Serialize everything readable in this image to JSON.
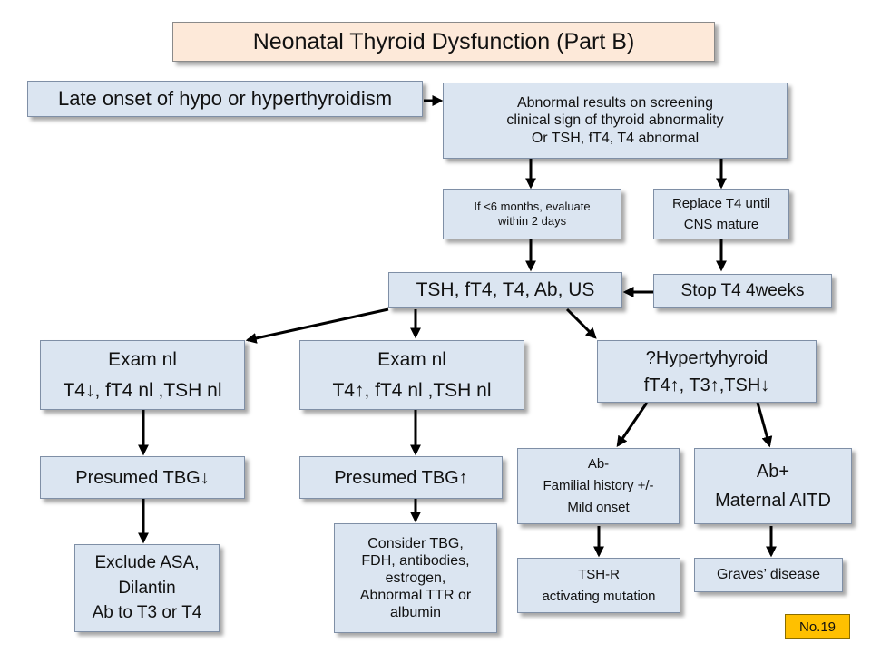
{
  "title": "Neonatal Thyroid Dysfunction (Part B)",
  "nodes": {
    "late_onset": [
      "Late onset of hypo or hyperthyroidism"
    ],
    "abnormal": [
      "Abnormal results on screening",
      "clinical sign of thyroid abnormality",
      "Or TSH, fT4, T4 abnormal"
    ],
    "evaluate": [
      "If <6 months, evaluate",
      "within 2 days"
    ],
    "replace": [
      "Replace T4 until",
      "CNS mature"
    ],
    "tests": [
      "TSH, fT4, T4, Ab, US"
    ],
    "stop": [
      "Stop T4 4weeks"
    ],
    "exam_low": [
      "Exam nl",
      "T4↓, fT4 nl ,TSH nl"
    ],
    "exam_high": [
      "Exam nl",
      "T4↑, fT4 nl ,TSH nl"
    ],
    "hyper": [
      "?Hypertyhyroid",
      "fT4↑, T3↑,TSH↓"
    ],
    "tbg_low": [
      "Presumed TBG↓"
    ],
    "tbg_high": [
      "Presumed TBG↑"
    ],
    "ab_neg": [
      "Ab-",
      "Familial history +/-",
      "Mild onset"
    ],
    "ab_pos": [
      "Ab+",
      "Maternal AITD"
    ],
    "exclude": [
      "Exclude ASA,",
      "Dilantin",
      "Ab to T3 or T4"
    ],
    "consider": [
      "Consider TBG,",
      "FDH, antibodies,",
      "estrogen,",
      "Abnormal TTR or",
      "albumin"
    ],
    "tshr": [
      "TSH-R",
      "activating mutation"
    ],
    "graves": [
      "Graves’ disease"
    ]
  },
  "slide_number": "No.19"
}
